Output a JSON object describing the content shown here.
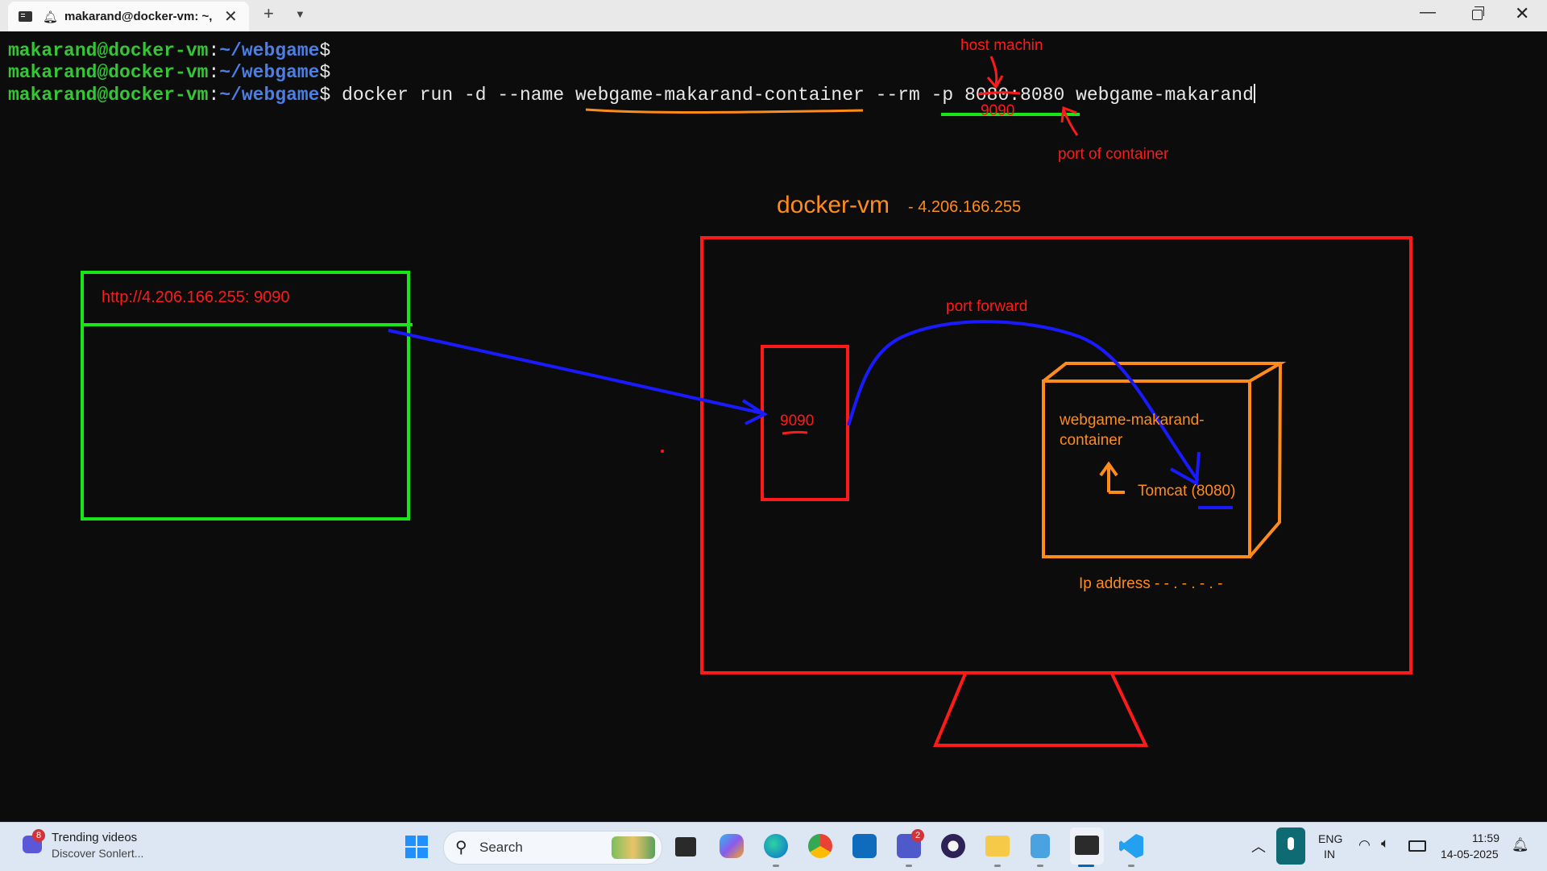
{
  "window": {
    "tab_title": "makarand@docker-vm: ~,",
    "tab_bell_icon": "bell-icon",
    "close_tab": "✕",
    "new_tab": "+",
    "dropdown": "⌄",
    "minimize": "—",
    "close": "✕"
  },
  "terminal": {
    "user": "makarand@docker-vm",
    "sep": ":",
    "path": "~/webgame",
    "dollar": "$",
    "command": " docker run -d --name webgame-makarand-container --rm -p 8080:8080 webgame-makarand"
  },
  "annotations": {
    "host_machin": "host machin",
    "overwrite_9090": "9090",
    "port_of_container": "port of container",
    "vm_title": "docker-vm",
    "vm_ip": "- 4.206.166.255",
    "browser_url": "http://4.206.166.255: 9090",
    "host_port": "9090",
    "port_forward": "port forward",
    "container_name_1": "webgame-makarand-",
    "container_name_2": "container",
    "tomcat": "Tomcat (8080)",
    "ip_address": "Ip address - - . - . - . -"
  },
  "colors": {
    "green": "#19e619",
    "red": "#ff1a1a",
    "orange": "#ff8c1a",
    "blue": "#1a1aff",
    "prompt_user": "#35c535",
    "prompt_path": "#4c7fe6"
  },
  "taskbar": {
    "widget_badge": "8",
    "widget_title": "Trending videos",
    "widget_sub": "Discover Sonlert...",
    "search_placeholder": "Search",
    "teams_badge": "2",
    "lang_1": "ENG",
    "lang_2": "IN",
    "time": "11:59",
    "date": "14-05-2025"
  }
}
